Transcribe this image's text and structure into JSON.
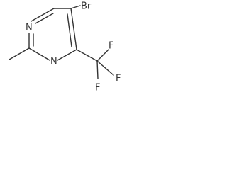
{
  "molecule": {
    "atoms": {
      "br": "Br",
      "n_top": "N",
      "n_bottom": "N",
      "f1": "F",
      "f2": "F",
      "f3": "F"
    }
  }
}
